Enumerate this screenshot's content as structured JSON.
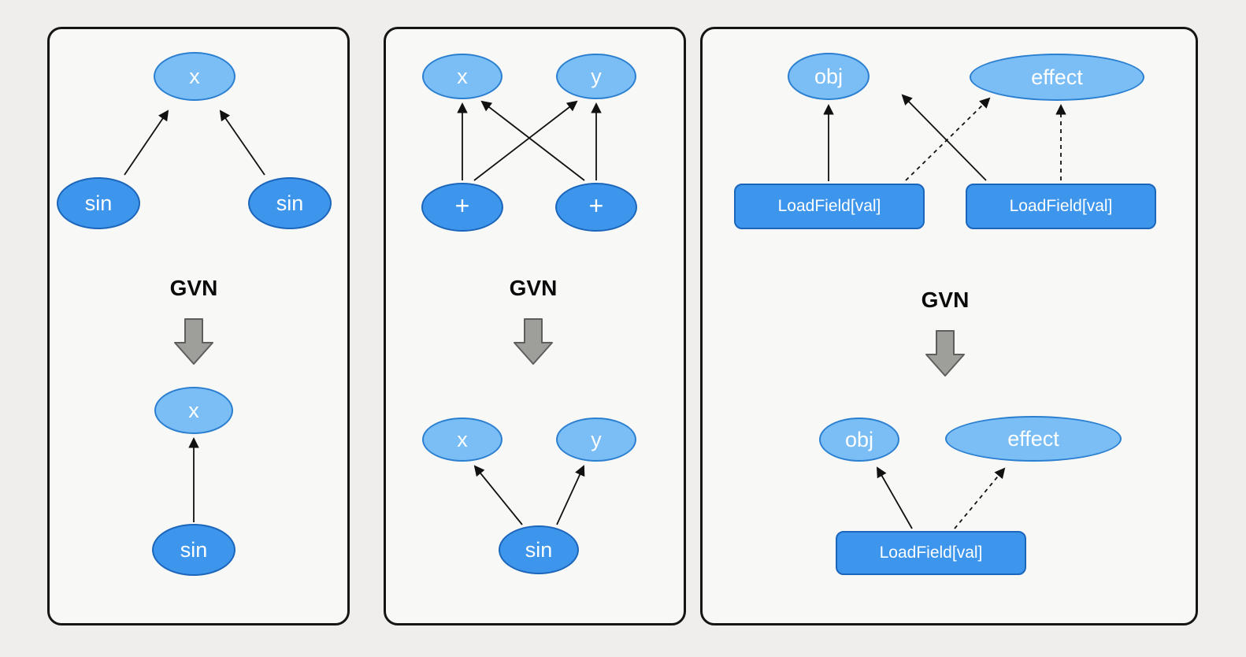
{
  "panels": [
    {
      "gvn_label": "GVN",
      "before": {
        "value_node": "x",
        "op_nodes": [
          "sin",
          "sin"
        ]
      },
      "after": {
        "value_node": "x",
        "op_node": "sin"
      }
    },
    {
      "gvn_label": "GVN",
      "before": {
        "value_nodes": [
          "x",
          "y"
        ],
        "op_nodes": [
          "+",
          "+"
        ]
      },
      "after": {
        "value_nodes": [
          "x",
          "y"
        ],
        "op_node": "sin"
      }
    },
    {
      "gvn_label": "GVN",
      "before": {
        "value_nodes": [
          "obj",
          "effect"
        ],
        "op_nodes": [
          "LoadField[val]",
          "LoadField[val]"
        ]
      },
      "after": {
        "value_nodes": [
          "obj",
          "effect"
        ],
        "op_node": "LoadField[val]"
      }
    }
  ],
  "colors": {
    "value_node_fill": "#7abef5",
    "op_node_fill": "#3e96ec",
    "node_border": "#1f6fc4",
    "gvn_arrow_fill": "#9e9e9b",
    "edge_color": "#111111",
    "panel_background": "#f8f8f6",
    "page_background": "#efeeec"
  }
}
